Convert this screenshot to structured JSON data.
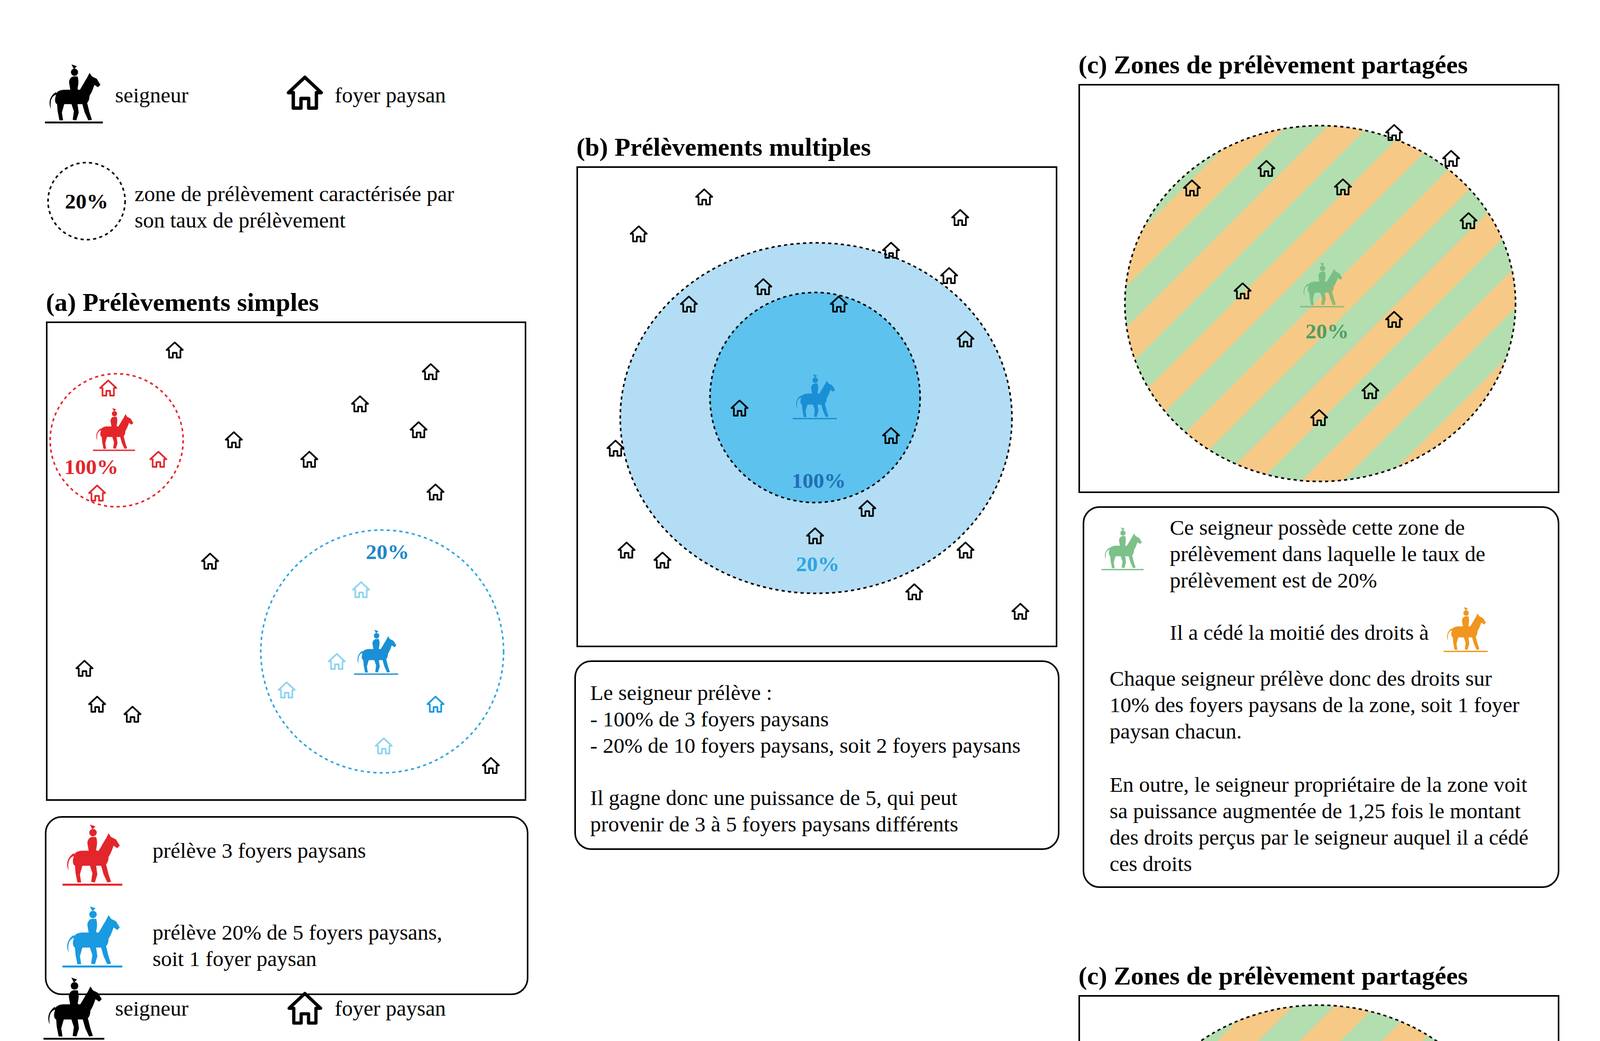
{
  "diagram": {
    "nodes": [
      {
        "text": [
          "(a) Prélèvements simples"
        ]
      },
      {
        "text": [
          "100%"
        ],
        "in": 0
      },
      {
        "text": [
          "20%"
        ],
        "in": 0
      },
      {
        "text": [
          "prélève 3 foyers paysans",
          "prélève 20% de 5 foyers paysans, soit 1 foyer paysan"
        ]
      },
      {
        "text": [
          "(b) Prélèvements multiples"
        ]
      },
      {
        "text": [
          "20%"
        ],
        "in": 4
      },
      {
        "text": [
          "100%"
        ],
        "in": 5
      },
      {
        "text": [
          "Le seigneur prélève :",
          "- 100% de 3 foyers paysans",
          "- 20% de 10 foyers paysans, soit 2 foyers paysans",
          "Il gagne donc une puissance de 5, qui peut provenir de 3 à 5 foyers paysans différents"
        ]
      },
      {
        "text": [
          "(c) Zones de prélèvement partagées"
        ]
      },
      {
        "text": [
          "20%"
        ],
        "in": 8
      },
      {
        "text": [
          "Ce seigneur possède cette zone de prélèvement dans laquelle le taux de prélèvement est de 20%",
          "Il a cédé la moitié des droits à",
          "Chaque seigneur prélève donc des droits sur 10% des foyers paysans de la zone, soit 1 foyer paysan chacun.",
          "En outre, le seigneur propriétaire de la zone voit sa puissance augmentée de 1,25 fois le montant des droits perçus par le seigneur auquel il a cédé ces droits"
        ]
      },
      {
        "text": [
          "(c) Zones de prélèvement partagées"
        ]
      }
    ],
    "labels": [
      "20%"
    ],
    "legend": [
      {
        "text": "seigneur"
      },
      {
        "text": "foyer paysan"
      },
      {
        "text": "zone de prélèvement caractérisée par son taux de prélèvement"
      },
      {
        "text": "seigneur"
      },
      {
        "text": "foyer paysan"
      }
    ]
  }
}
